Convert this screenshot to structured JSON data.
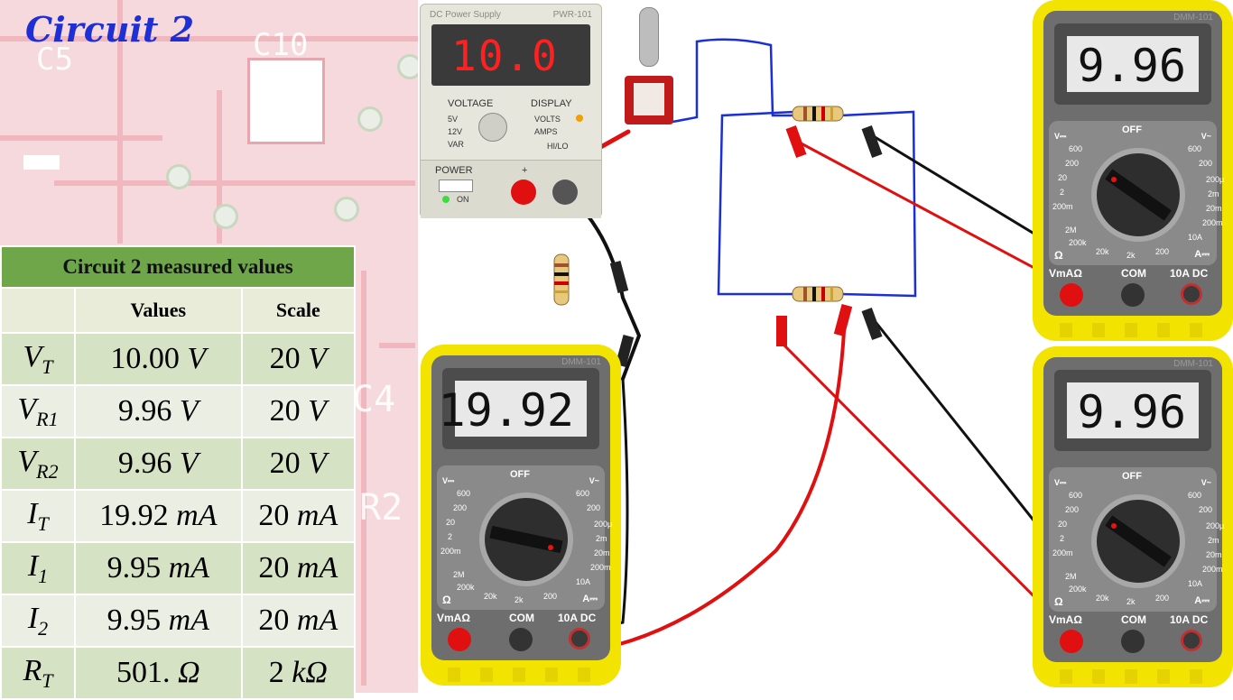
{
  "title": "Circuit 2",
  "table": {
    "heading": "Circuit 2 measured values",
    "col_values": "Values",
    "col_scale": "Scale",
    "rows": [
      {
        "sym": "V",
        "sub": "T",
        "value": "10.00",
        "vunit": "V",
        "scale": "20",
        "sunit": "V"
      },
      {
        "sym": "V",
        "sub": "R1",
        "value": "9.96",
        "vunit": "V",
        "scale": "20",
        "sunit": "V"
      },
      {
        "sym": "V",
        "sub": "R2",
        "value": "9.96",
        "vunit": "V",
        "scale": "20",
        "sunit": "V"
      },
      {
        "sym": "I",
        "sub": "T",
        "value": "19.92",
        "vunit": "mA",
        "scale": "20",
        "sunit": "mA"
      },
      {
        "sym": "I",
        "sub": "1",
        "value": "9.95",
        "vunit": "mA",
        "scale": "20",
        "sunit": "mA"
      },
      {
        "sym": "I",
        "sub": "2",
        "value": "9.95",
        "vunit": "mA",
        "scale": "20",
        "sunit": "mA"
      },
      {
        "sym": "R",
        "sub": "T",
        "value": "501.",
        "vunit": "Ω",
        "scale": "2",
        "sunit": "kΩ"
      }
    ]
  },
  "psu": {
    "brand": "DC Power Supply",
    "model": "PWR-101",
    "readout": "10.0",
    "voltage_label": "VOLTAGE",
    "display_label": "DISPLAY",
    "v5": "5V",
    "v12": "12V",
    "var": "VAR",
    "volts": "VOLTS",
    "amps": "AMPS",
    "hilo": "HI/LO",
    "power_label": "POWER",
    "on_label": "ON",
    "plus": "+"
  },
  "meters": [
    {
      "model": "DMM-101",
      "reading": "9.96",
      "off": "OFF",
      "port1": "VmAΩ",
      "port2": "COM",
      "port3": "10A DC"
    },
    {
      "model": "DMM-101",
      "reading": "19.92",
      "off": "OFF",
      "port1": "VmAΩ",
      "port2": "COM",
      "port3": "10A DC"
    },
    {
      "model": "DMM-101",
      "reading": "9.96",
      "off": "OFF",
      "port1": "VmAΩ",
      "port2": "COM",
      "port3": "10A DC"
    }
  ],
  "dial_scale": {
    "v_dc": "V⎓",
    "v_ac": "V~",
    "left": [
      "600",
      "200",
      "20",
      "2",
      "200m"
    ],
    "right": [
      "600",
      "200",
      "200μ",
      "2m",
      "20m",
      "200m",
      "10A"
    ],
    "ohm": [
      "2M",
      "200k",
      "20k",
      "2k",
      "200"
    ],
    "ohm_symbol": "Ω",
    "amp_symbol": "A⎓"
  },
  "colors": {
    "accent": "#1f2fd6",
    "table_header": "#6ea649",
    "meter_yellow": "#f3e300",
    "lead_red": "#e01010",
    "lead_black": "#111111",
    "wire_blue": "#1a2fd8"
  }
}
